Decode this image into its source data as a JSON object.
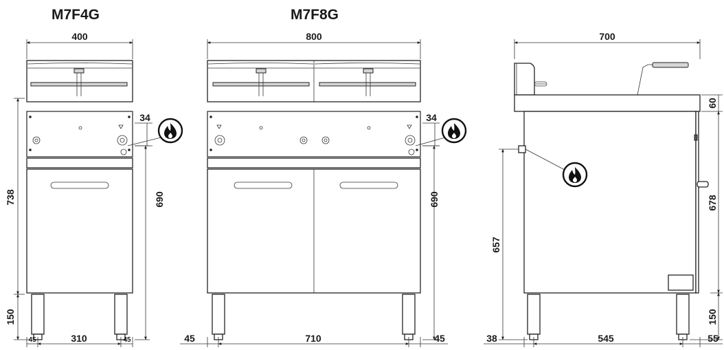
{
  "titles": {
    "m7f4g": "M7F4G",
    "m7f8g": "M7F8G"
  },
  "dimensions": {
    "f4_width": "400",
    "f4_height": "738",
    "f4_base_height": "150",
    "f4_panel_offset": "34",
    "f4_gas_height": "690",
    "f4_left_margin": "45",
    "f4_leg_span": "310",
    "f4_right_margin": "45",
    "f8_width": "800",
    "f8_panel_offset": "34",
    "f8_gas_height": "690",
    "f8_left_margin": "45",
    "f8_leg_span": "710",
    "f8_right_margin": "45",
    "side_depth": "700",
    "side_top_height": "60",
    "side_height": "678",
    "side_base_height": "150",
    "side_gas_height": "657",
    "side_front_offset": "38",
    "side_leg_span": "545",
    "side_rear_offset": "55"
  },
  "icons": {
    "gas": "gas-flame-icon"
  },
  "colors": {
    "line": "#222222",
    "grey_fill": "#d6d6d6"
  }
}
